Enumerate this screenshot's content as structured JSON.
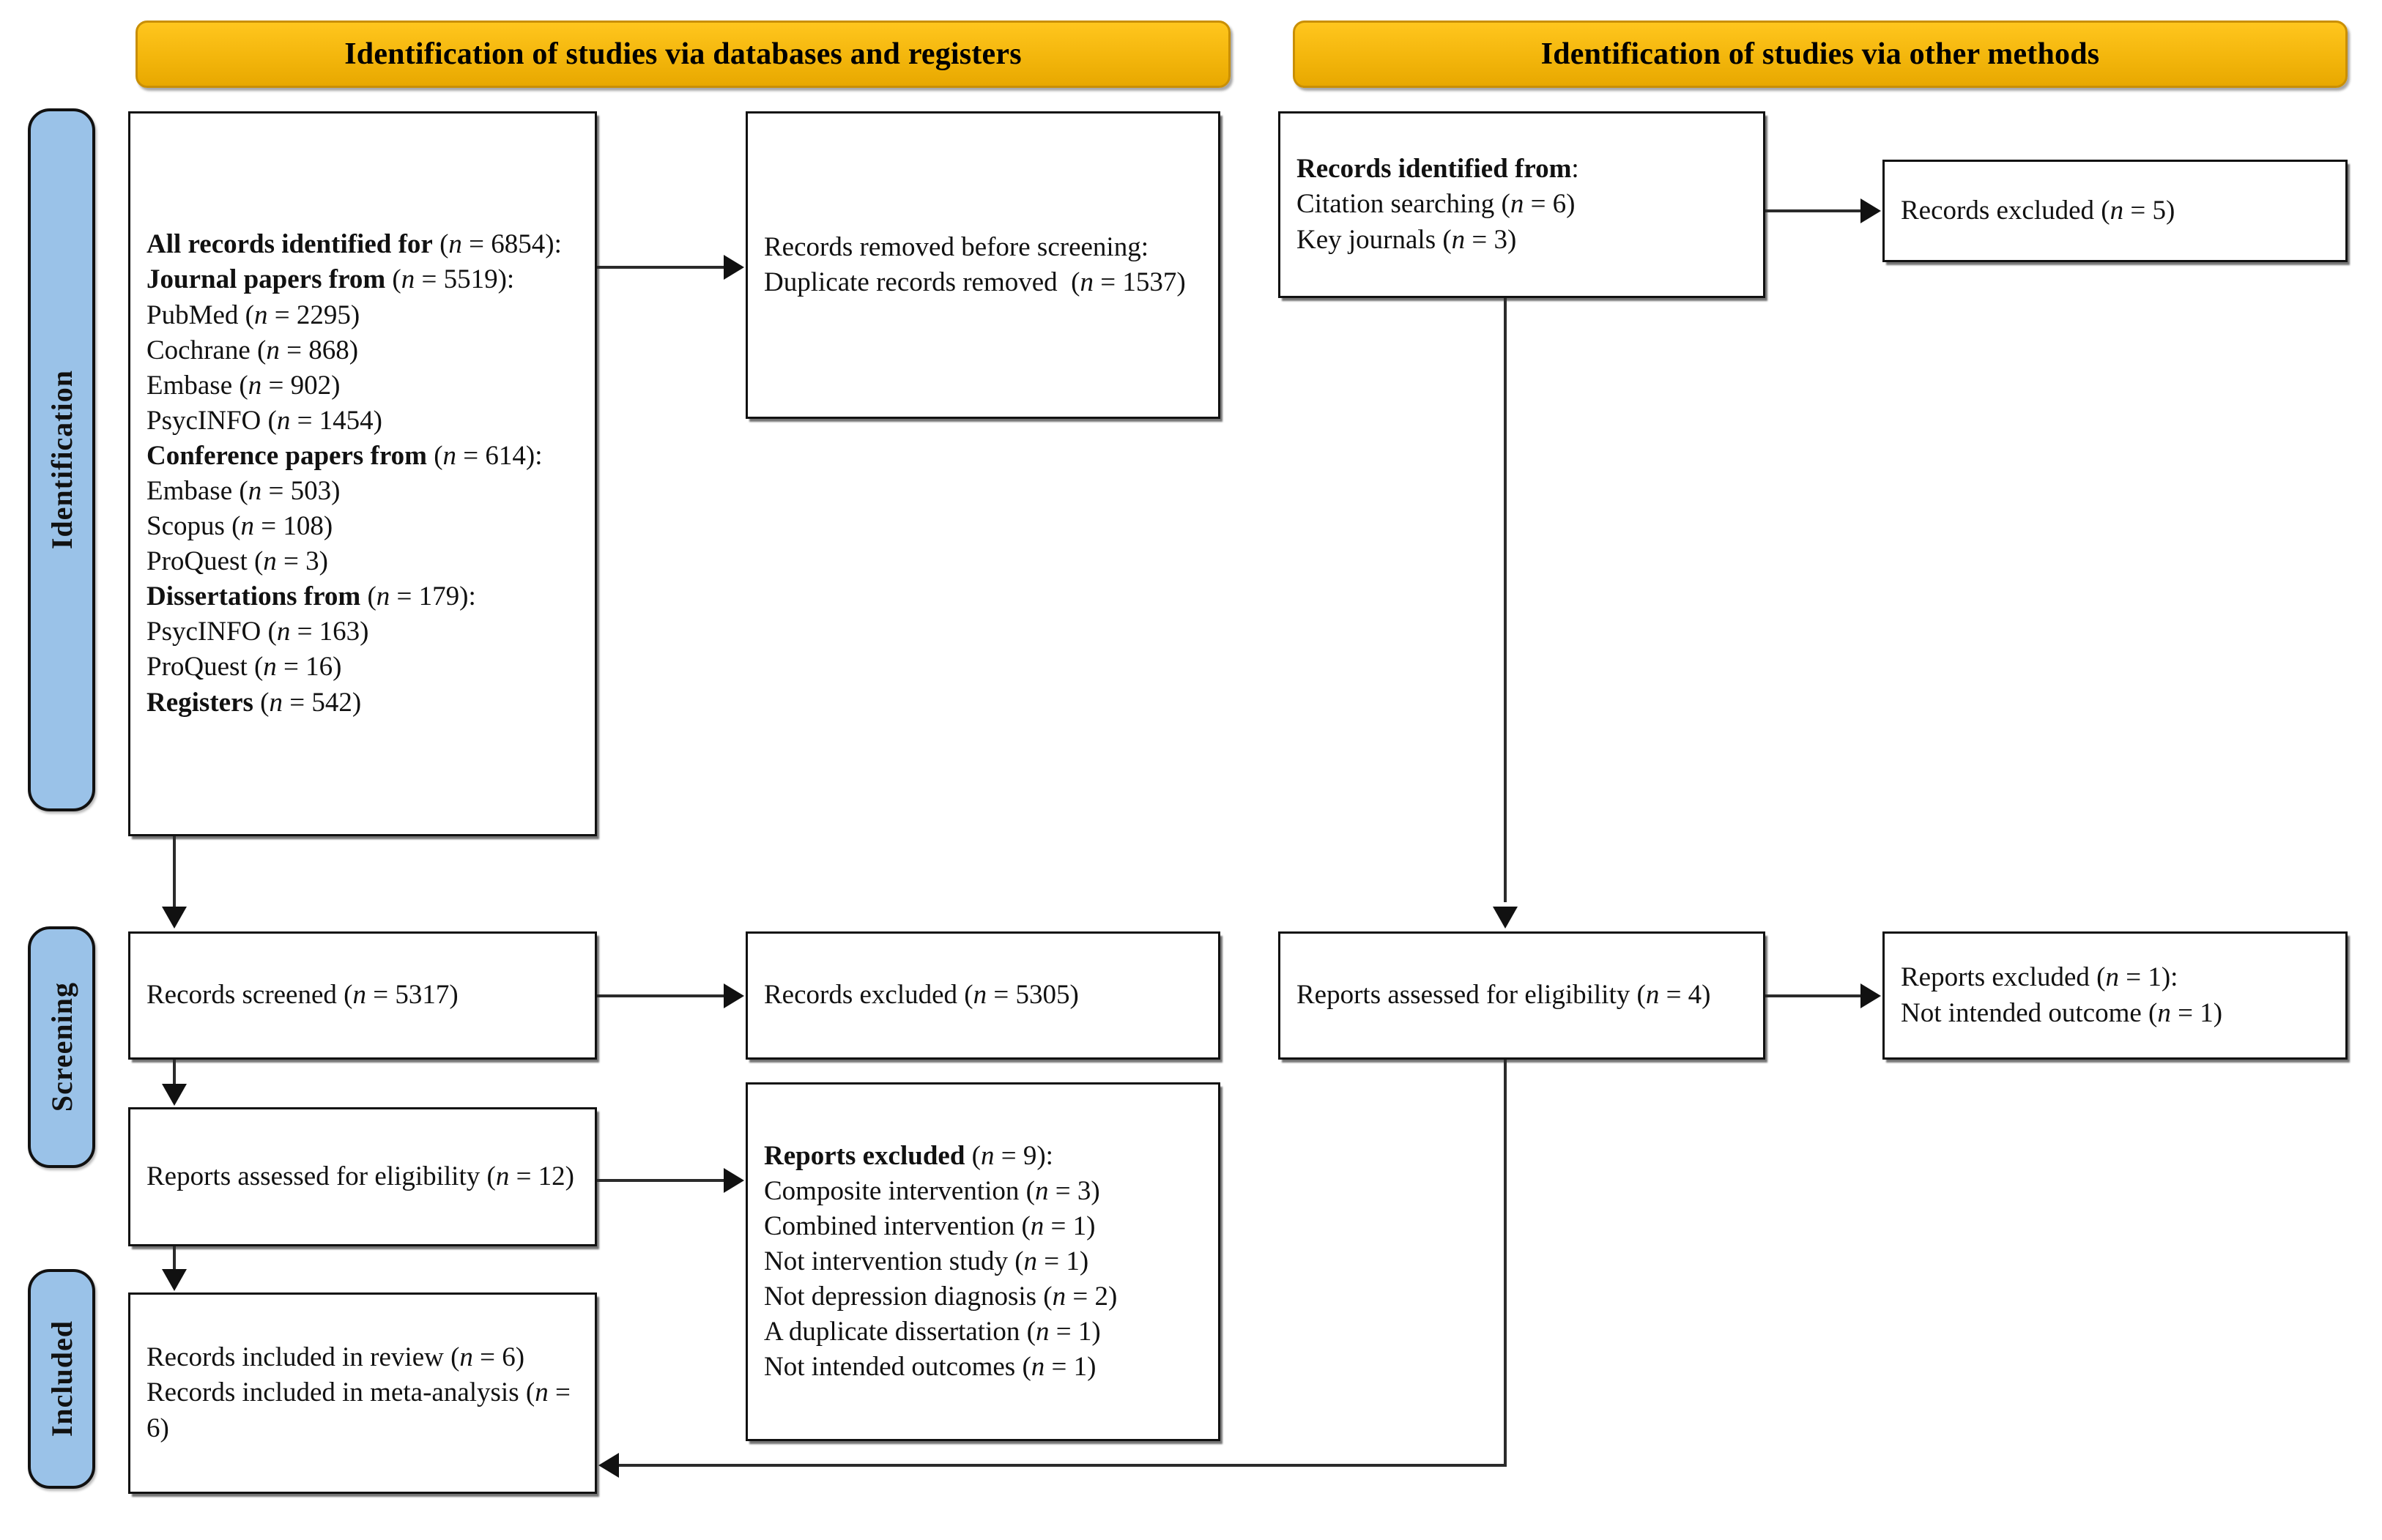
{
  "diagram": {
    "type": "PRISMA flow diagram",
    "headers": [
      {
        "id": "databases-registers",
        "label": "Identification of studies via databases and registers"
      },
      {
        "id": "other-methods",
        "label": "Identification of studies via other methods"
      }
    ],
    "phases": [
      {
        "id": "identification",
        "label": "Identification"
      },
      {
        "id": "screening",
        "label": "Screening"
      },
      {
        "id": "included",
        "label": "Included"
      }
    ],
    "boxes": {
      "records_identified": {
        "lines": [
          "<b>All records identified for</b> (<i>n</i> = 6854):",
          "<b>Journal papers from</b> (<i>n</i> = 5519):",
          "PubMed (<i>n</i> = 2295)",
          "Cochrane (<i>n</i> = 868)",
          "Embase (<i>n</i> = 902)",
          "PsycINFO (<i>n</i> = 1454)",
          "<b>Conference papers from</b> (<i>n</i> = 614):",
          "Embase (<i>n</i> = 503)",
          "Scopus (<i>n</i> = 108)",
          "ProQuest (<i>n</i> = 3)",
          "<b>Dissertations from</b> (<i>n</i> = 179):",
          "PsycINFO (<i>n</i> = 163)",
          "ProQuest (<i>n</i> = 16)",
          "<b>Registers</b> (<i>n</i> = 542)"
        ]
      },
      "records_removed": {
        "lines": [
          "Records removed before screening:",
          "Duplicate records removed  (<i>n</i> = 1537)"
        ]
      },
      "records_screened": {
        "lines": [
          "Records screened (<i>n</i> = 5317)"
        ]
      },
      "records_excluded_screening": {
        "lines": [
          "Records excluded (<i>n</i> = 5305)"
        ]
      },
      "reports_assessed_left": {
        "lines": [
          "Reports assessed for eligibility (<i>n</i> = 12)"
        ]
      },
      "reports_excluded_left": {
        "lines": [
          "<b>Reports excluded</b> (<i>n</i> = 9):",
          "Composite intervention (<i>n</i> = 3)",
          "Combined intervention (<i>n</i> = 1)",
          "Not intervention study (<i>n</i> = 1)",
          "Not depression diagnosis (<i>n</i> = 2)",
          "A duplicate dissertation (<i>n</i> = 1)",
          "Not intended outcomes (<i>n</i> = 1)"
        ]
      },
      "records_included": {
        "lines": [
          "Records included in review (<i>n</i> = 6)",
          "Records included in meta-analysis (<i>n</i> = 6)"
        ]
      },
      "records_identified_other": {
        "lines": [
          "<b>Records identified from</b>:",
          "Citation searching (<i>n</i> = 6)",
          "Key journals (<i>n</i> = 3)"
        ]
      },
      "records_excluded_other": {
        "lines": [
          "Records excluded (<i>n</i> = 5)"
        ]
      },
      "reports_assessed_right": {
        "lines": [
          "Reports assessed for eligibility (<i>n</i> = 4)"
        ]
      },
      "reports_excluded_right": {
        "lines": [
          "Reports excluded (<i>n</i> = 1):",
          "Not intended outcome (<i>n</i> = 1)"
        ]
      }
    },
    "colors": {
      "banner_yellow": "#F3B60C",
      "phase_blue": "#9AC2E8",
      "border_black": "#111111",
      "page_background": "#FFFFFF"
    }
  }
}
